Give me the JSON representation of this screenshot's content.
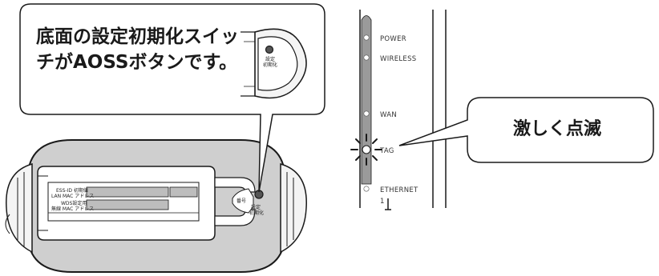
{
  "callout_left": {
    "line1": "底面の設定初期化スイッ",
    "line2": "チがAOSSボタンです。"
  },
  "callout_right": {
    "text": "激しく点滅"
  },
  "zoom_switch": {
    "label_line1": "設定",
    "label_line2": "初期化"
  },
  "base_labels": {
    "ess_id": "ESS-ID 初期値",
    "lan_mac": "LAN MAC アドレス",
    "wds": "WDS設定用",
    "wireless_mac": "無線 MAC アドレス",
    "serial": "番号",
    "reset_line1": "設定",
    "reset_line2": "初期化"
  },
  "leds": {
    "power": "POWER",
    "wireless": "WIRELESS",
    "wan": "WAN",
    "tag": "TAG",
    "ethernet": "ETHERNET",
    "port1": "1"
  },
  "colors": {
    "stroke": "#1a1a1a",
    "gray": "#8a8a8a",
    "light": "#cfcfcf"
  }
}
